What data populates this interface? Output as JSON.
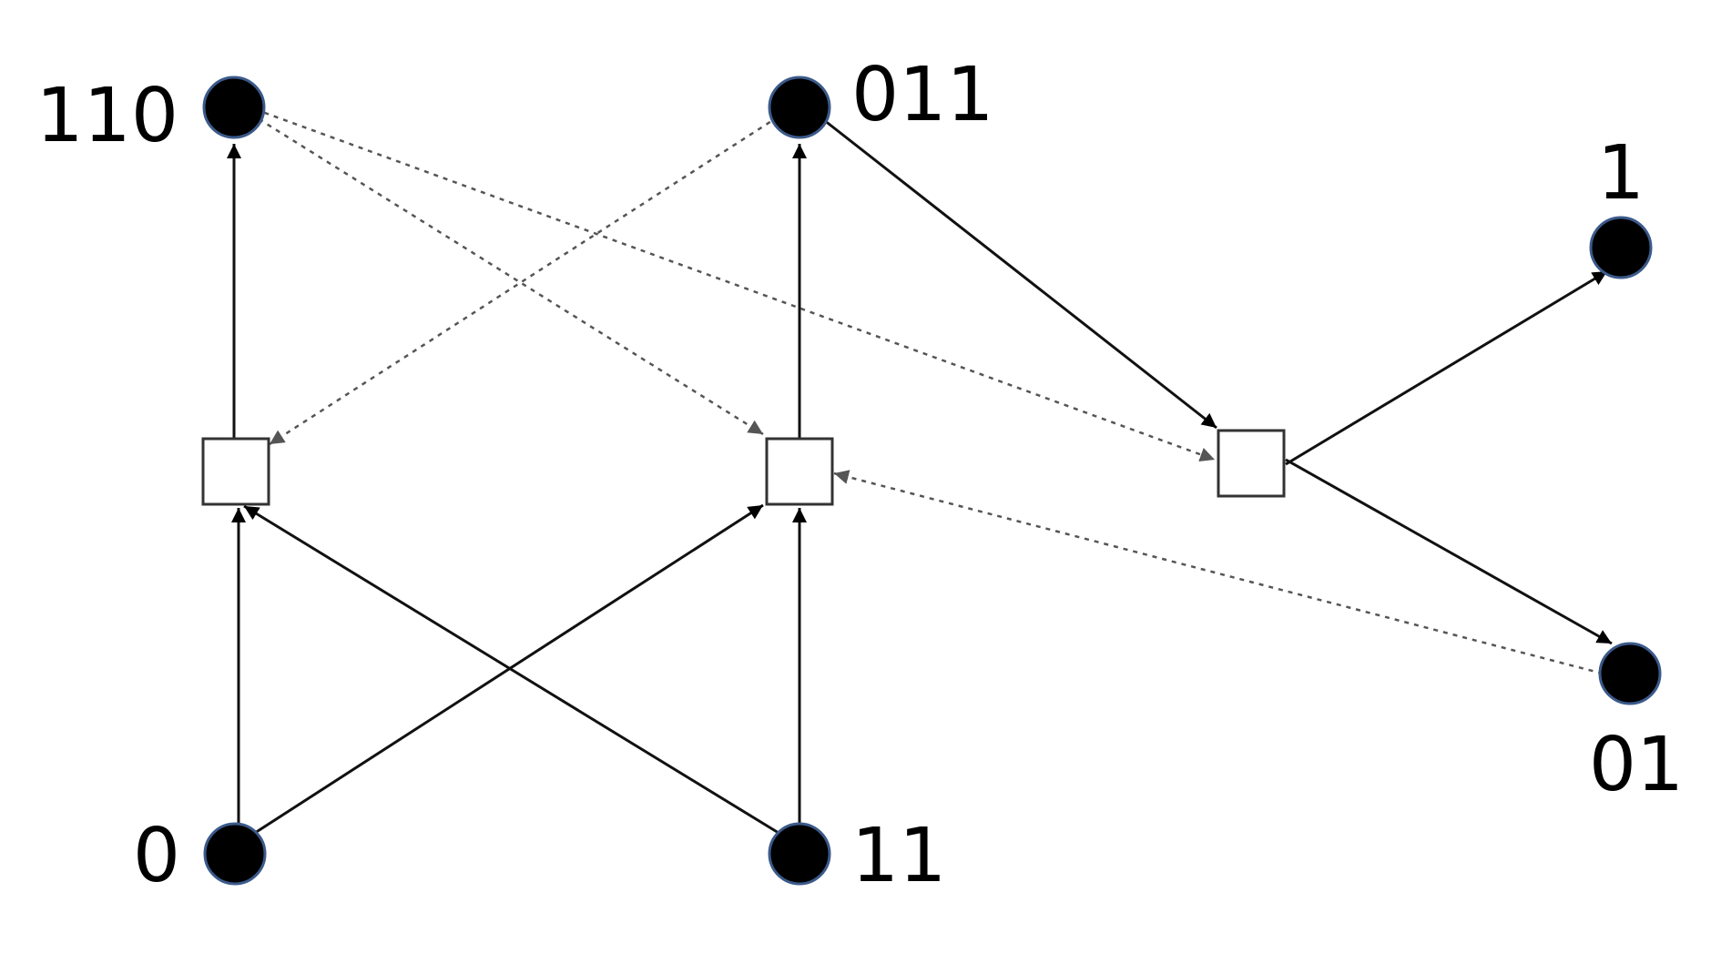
{
  "nodes": {
    "n110": "110",
    "n011": "011",
    "n1": "1",
    "n0": "0",
    "n11": "11",
    "n01": "01"
  },
  "colors": {
    "solid_edge": "#111111",
    "dotted_edge": "#555555",
    "variable_fill": "#000000",
    "variable_rim": "#3b5a8a",
    "factor_fill": "#ffffff"
  },
  "edges": [
    {
      "from": "factor-left",
      "to": "n110",
      "style": "solid"
    },
    {
      "from": "factor-middle",
      "to": "n011",
      "style": "solid"
    },
    {
      "from": "n011",
      "to": "factor-right",
      "style": "solid"
    },
    {
      "from": "factor-right",
      "to": "n1",
      "style": "solid"
    },
    {
      "from": "factor-right",
      "to": "n01",
      "style": "solid"
    },
    {
      "from": "n0",
      "to": "factor-left",
      "style": "solid"
    },
    {
      "from": "n0",
      "to": "factor-middle",
      "style": "solid"
    },
    {
      "from": "n11",
      "to": "factor-left",
      "style": "solid"
    },
    {
      "from": "n11",
      "to": "factor-middle",
      "style": "solid"
    },
    {
      "from": "n110",
      "to": "factor-middle",
      "style": "dotted"
    },
    {
      "from": "n110",
      "to": "factor-right",
      "style": "dotted"
    },
    {
      "from": "n011",
      "to": "factor-left",
      "style": "dotted"
    },
    {
      "from": "n01",
      "to": "factor-middle",
      "style": "dotted"
    }
  ]
}
